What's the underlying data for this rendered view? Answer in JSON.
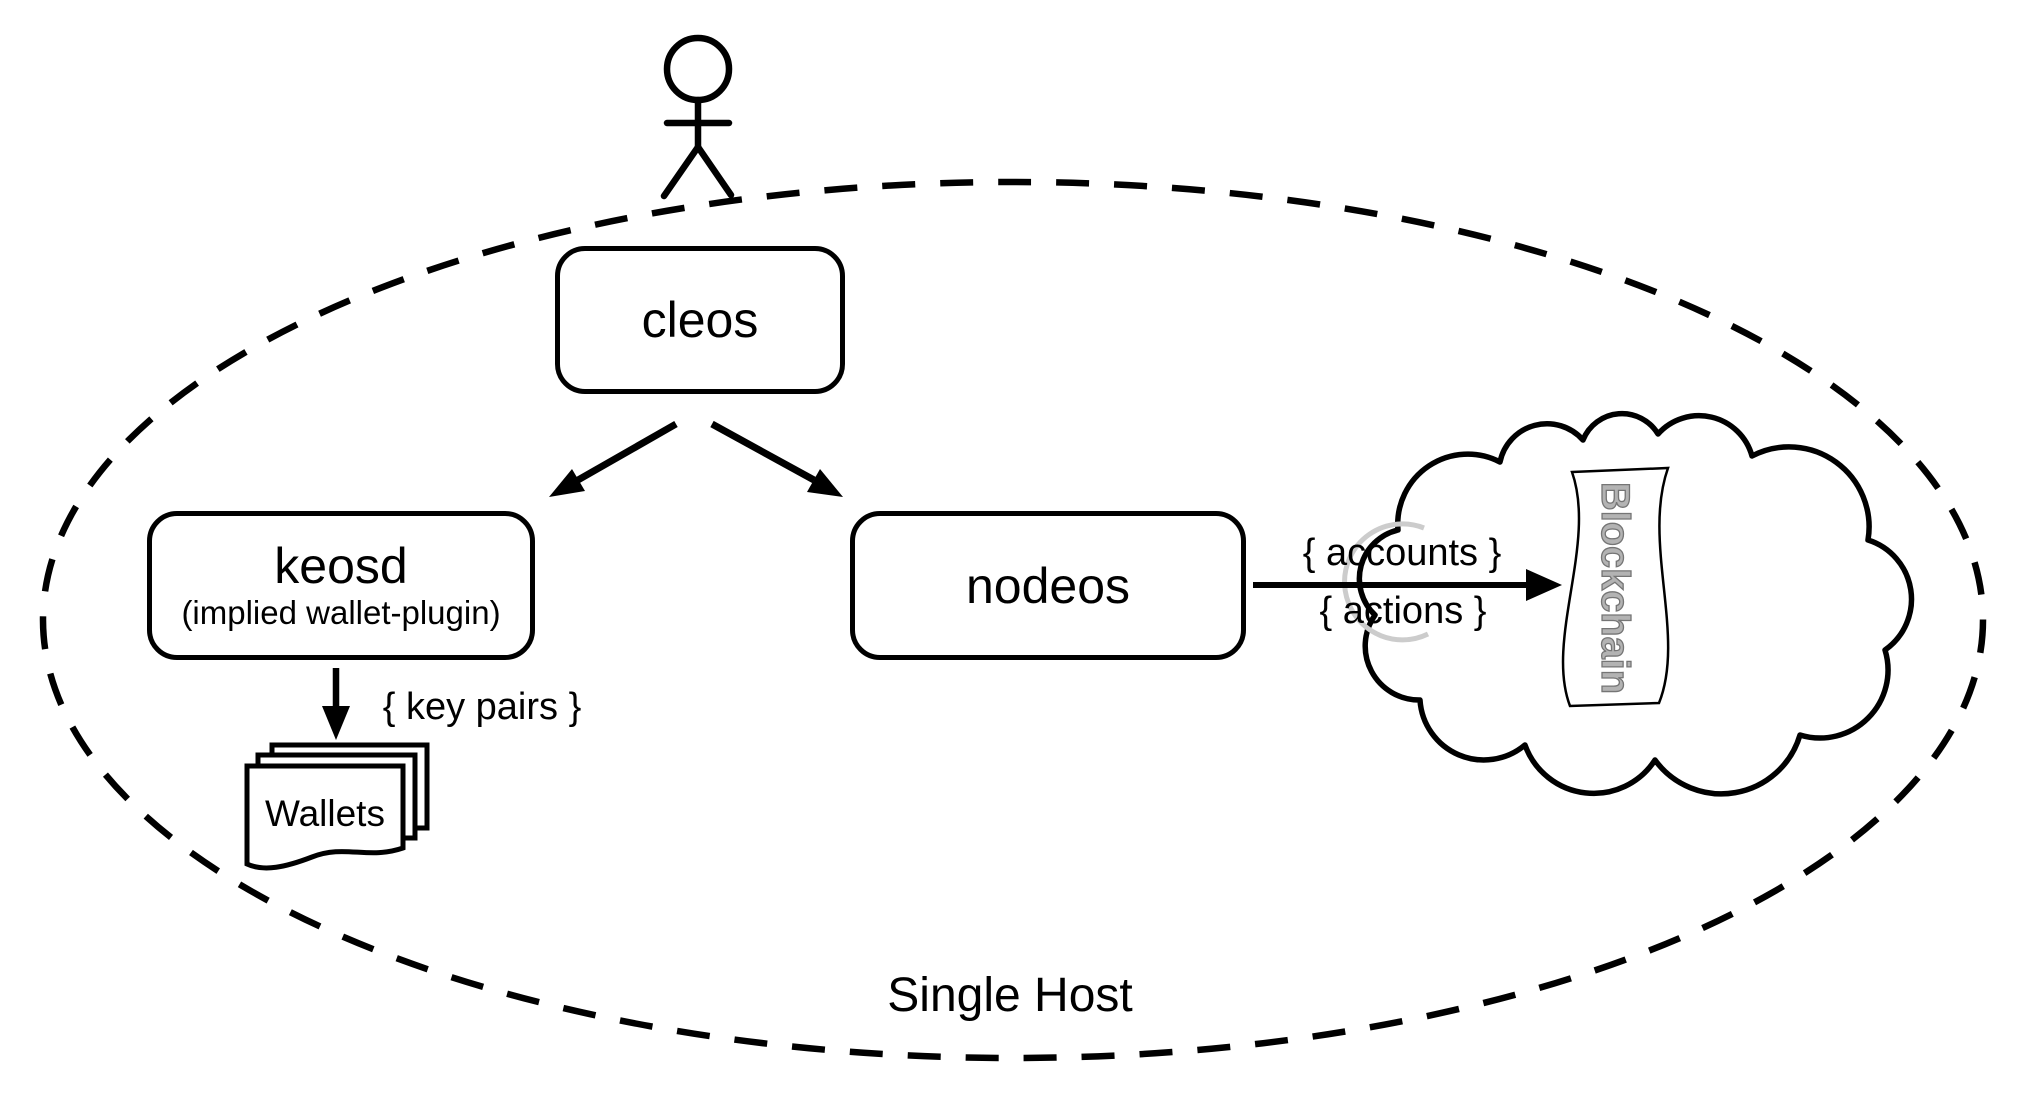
{
  "diagram": {
    "nodes": {
      "cleos": {
        "label": "cleos"
      },
      "keosd": {
        "label": "keosd",
        "sublabel": "(implied wallet-plugin)"
      },
      "nodeos": {
        "label": "nodeos"
      }
    },
    "labels": {
      "key_pairs": "{ key pairs }",
      "accounts": "{ accounts }",
      "actions": "{ actions }",
      "wallets": "Wallets",
      "blockchain": "Blockchain",
      "single_host": "Single Host"
    },
    "colors": {
      "stroke": "#000000",
      "background": "#ffffff",
      "blockchain_fill": "#b3b3b3",
      "blockchain_outline": "#757575",
      "socket_arc": "#cccccc"
    }
  }
}
